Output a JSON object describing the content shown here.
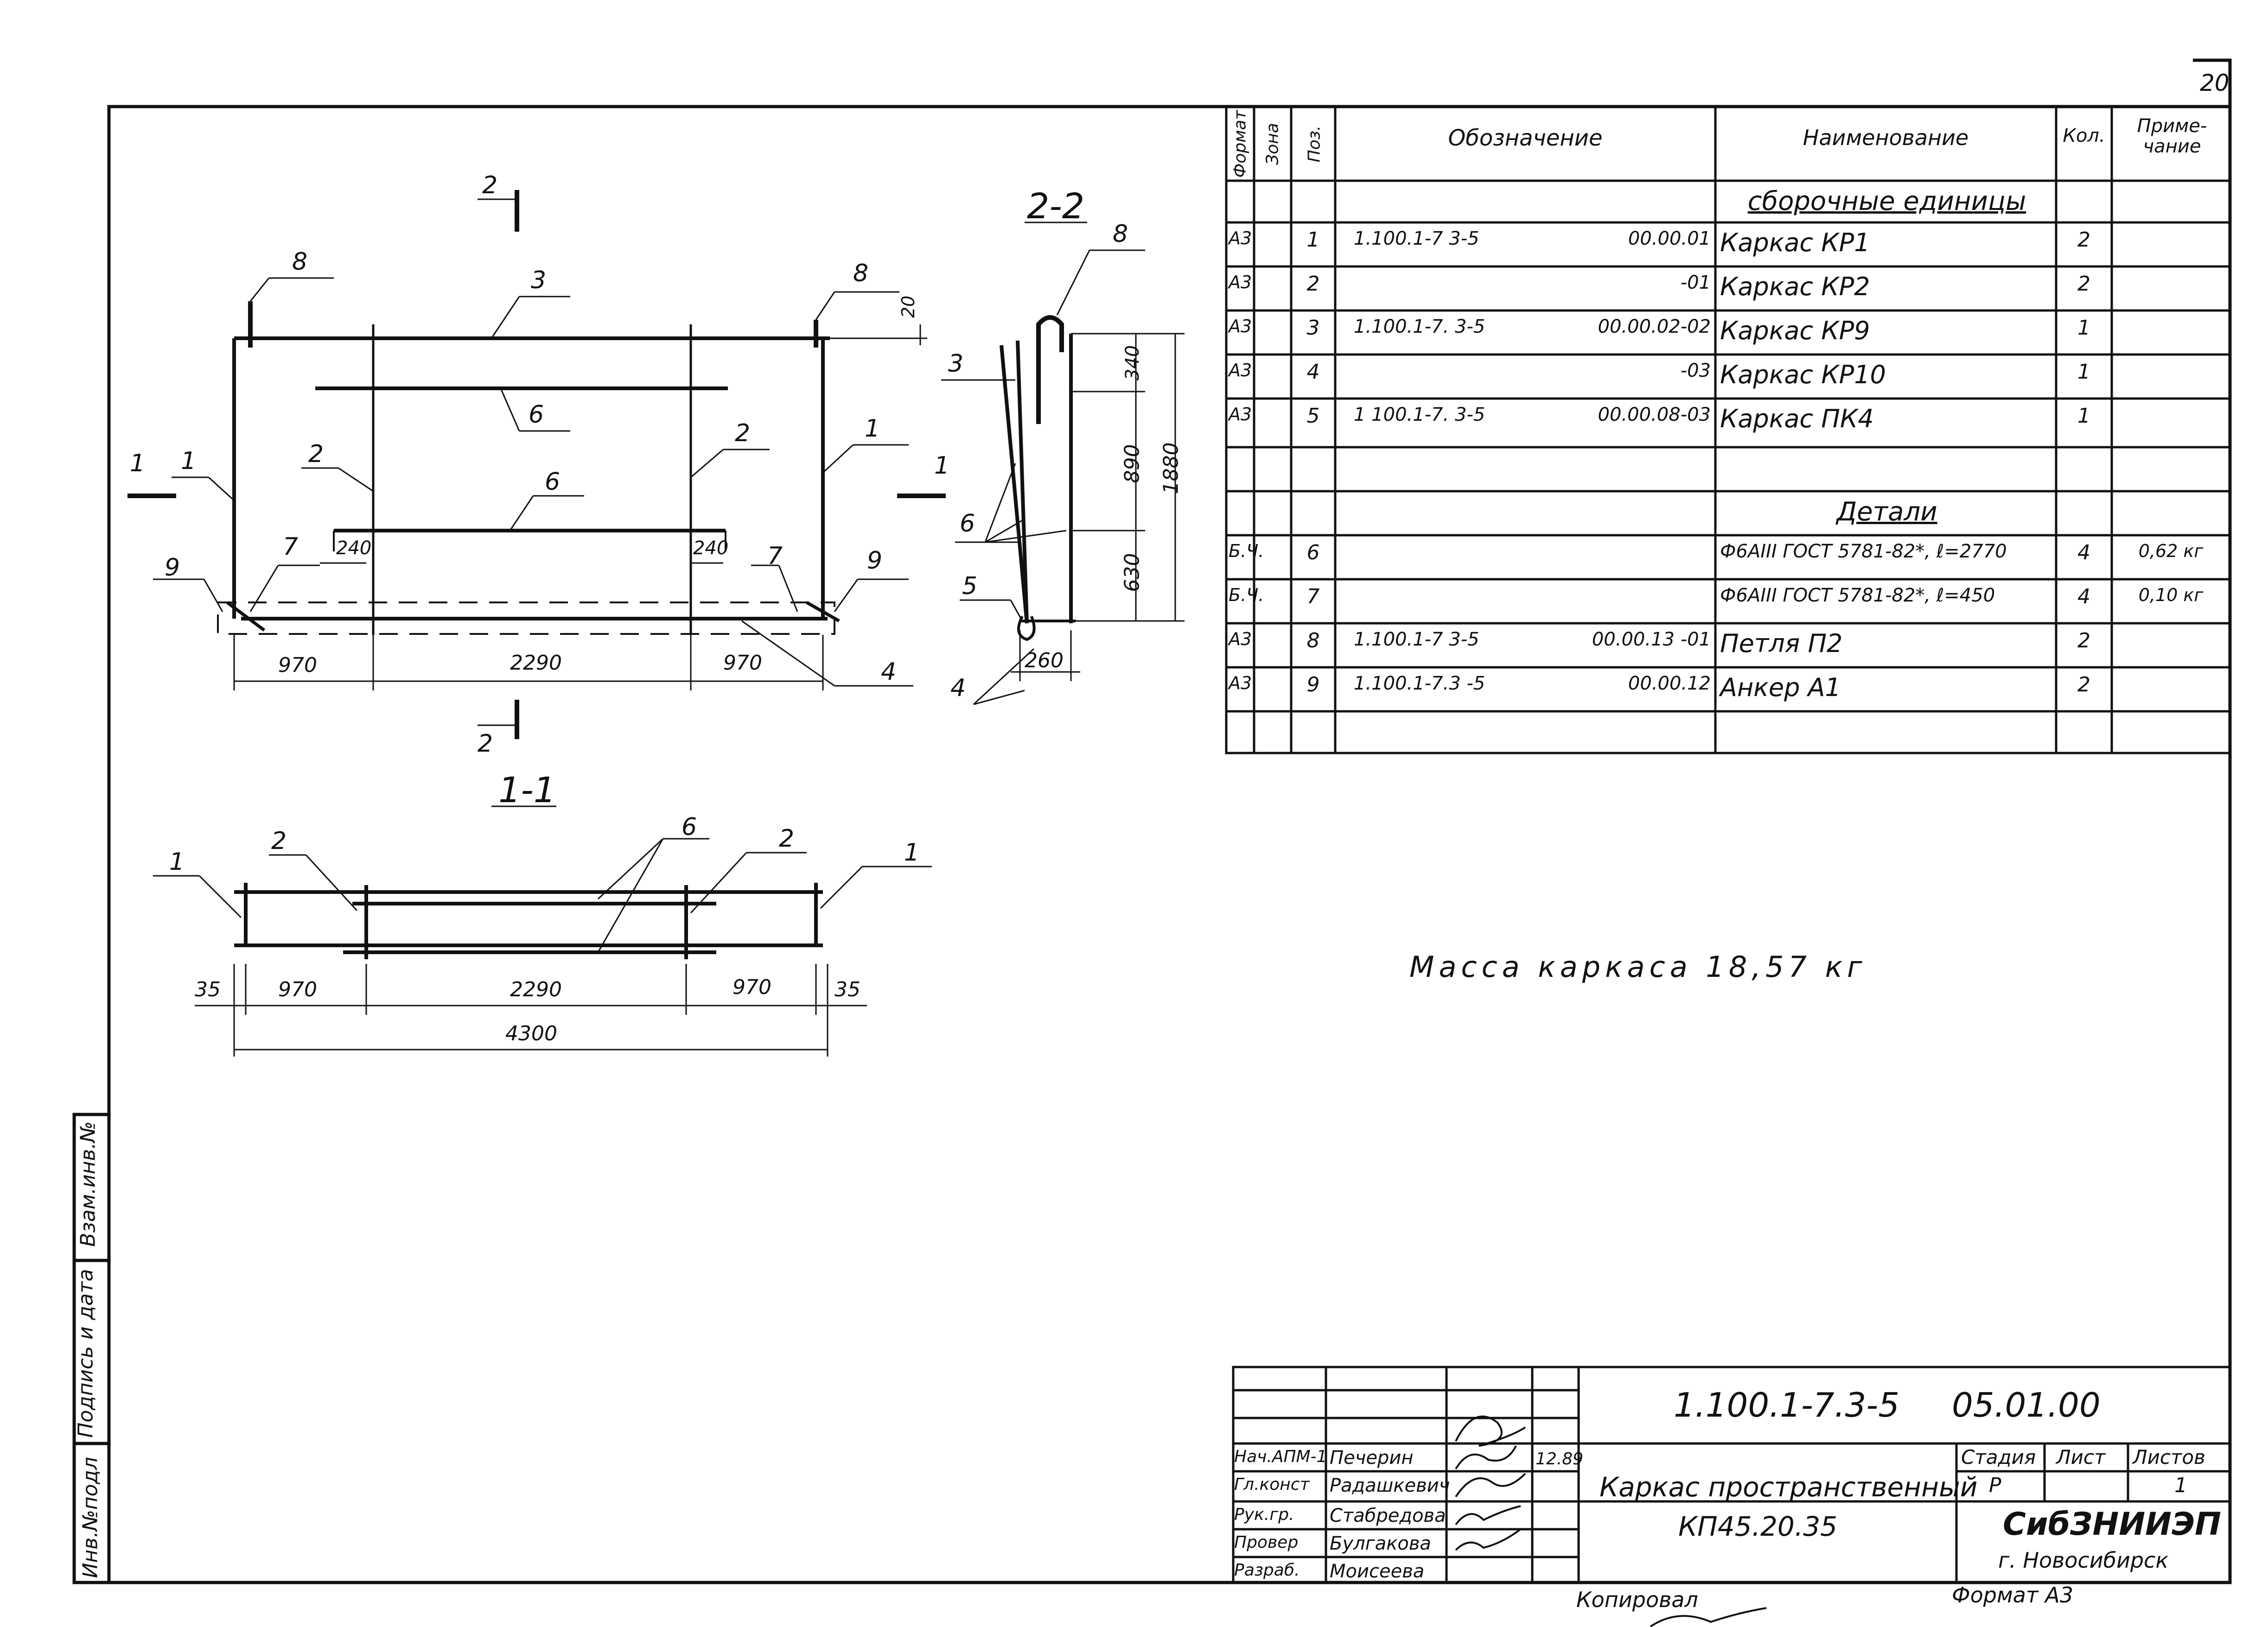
{
  "sheet_number": "20",
  "side_stamp": [
    "Инв.№подл",
    "Подпись и дата",
    "Взам.инв.№"
  ],
  "views": {
    "main": {
      "section_marks": {
        "top": "2",
        "bottom": "2",
        "left": "1",
        "right": "1"
      },
      "callouts": [
        "8",
        "3",
        "8",
        "20",
        "6",
        "2",
        "2",
        "1",
        "1",
        "6",
        "7",
        "240",
        "240",
        "7",
        "9",
        "9",
        "4"
      ],
      "dims": [
        "970",
        "2290",
        "970"
      ]
    },
    "section_2_2": {
      "title": "2-2",
      "callouts": [
        "8",
        "3",
        "6",
        "5",
        "4"
      ],
      "dims": [
        "340",
        "890",
        "630",
        "1880",
        "260"
      ]
    },
    "section_1_1": {
      "title": "1-1",
      "callouts": [
        "1",
        "2",
        "6",
        "2",
        "1"
      ],
      "dims": [
        "35",
        "970",
        "2290",
        "970",
        "35",
        "4300"
      ]
    }
  },
  "spec": {
    "headers": {
      "format": "Формат",
      "zone": "Зона",
      "pos": "Поз.",
      "designation": "Обозначение",
      "name": "Наименование",
      "qty": "Кол.",
      "note": "Приме-чание"
    },
    "rows": [
      {
        "format": "",
        "pos": "",
        "designation": "",
        "name": "сборочные единицы",
        "qty": "",
        "note": ""
      },
      {
        "format": "А3",
        "pos": "1",
        "designation": "1.100.1-7 3-5",
        "code": "00.00.01",
        "name": "Каркас КР1",
        "qty": "2",
        "note": ""
      },
      {
        "format": "А3",
        "pos": "2",
        "designation": "",
        "code": "-01",
        "name": "Каркас КР2",
        "qty": "2",
        "note": ""
      },
      {
        "format": "А3",
        "pos": "3",
        "designation": "1.100.1-7. 3-5",
        "code": "00.00.02-02",
        "name": "Каркас КР9",
        "qty": "1",
        "note": ""
      },
      {
        "format": "А3",
        "pos": "4",
        "designation": "",
        "code": "-03",
        "name": "Каркас КР10",
        "qty": "1",
        "note": ""
      },
      {
        "format": "А3",
        "pos": "5",
        "designation": "1 100.1-7. 3-5",
        "code": "00.00.08-03",
        "name": "Каркас ПК4",
        "qty": "1",
        "note": ""
      },
      {
        "format": "",
        "pos": "",
        "designation": "",
        "code": "",
        "name": "",
        "qty": "",
        "note": ""
      },
      {
        "format": "",
        "pos": "",
        "designation": "",
        "code": "",
        "name": "Детали",
        "qty": "",
        "note": ""
      },
      {
        "format": "Б.Ч.",
        "pos": "6",
        "designation": "",
        "code": "",
        "name": "Ф6АIII ГОСТ 5781-82*, ℓ=2770",
        "qty": "4",
        "note": "0,62 кг"
      },
      {
        "format": "Б.Ч.",
        "pos": "7",
        "designation": "",
        "code": "",
        "name": "Ф6АIII ГОСТ 5781-82*, ℓ=450",
        "qty": "4",
        "note": "0,10 кг"
      },
      {
        "format": "А3",
        "pos": "8",
        "designation": "1.100.1-7 3-5",
        "code": "00.00.13 -01",
        "name": "Петля П2",
        "qty": "2",
        "note": ""
      },
      {
        "format": "А3",
        "pos": "9",
        "designation": "1.100.1-7.3 -5",
        "code": "00.00.12",
        "name": "Анкер А1",
        "qty": "2",
        "note": ""
      },
      {
        "format": "",
        "pos": "",
        "designation": "",
        "code": "",
        "name": "",
        "qty": "",
        "note": ""
      }
    ]
  },
  "mass_note": "Масса каркаса 18,57 кг",
  "title_block": {
    "doc_code": "1.100.1-7.3-5",
    "doc_number": "05.01.00",
    "title_line1": "Каркас пространственный",
    "title_line2": "КП45.20.35",
    "date": "12.89",
    "roles": [
      {
        "role": "Нач.АПМ-1",
        "name": "Печерин"
      },
      {
        "role": "Гл.конст",
        "name": "Радашкевич"
      },
      {
        "role": "Рук.гр.",
        "name": "Стабредова"
      },
      {
        "role": "Провер",
        "name": "Булгакова"
      },
      {
        "role": "Разраб.",
        "name": "Моисеева"
      }
    ],
    "stage_label": "Стадия",
    "sheet_label": "Лист",
    "sheets_label": "Листов",
    "stage": "Р",
    "sheet": "",
    "sheets": "1",
    "org": "СибЗНИИЭП",
    "city": "г. Новосибирск"
  },
  "footer": {
    "copied": "Копировал",
    "format": "Формат А3"
  }
}
